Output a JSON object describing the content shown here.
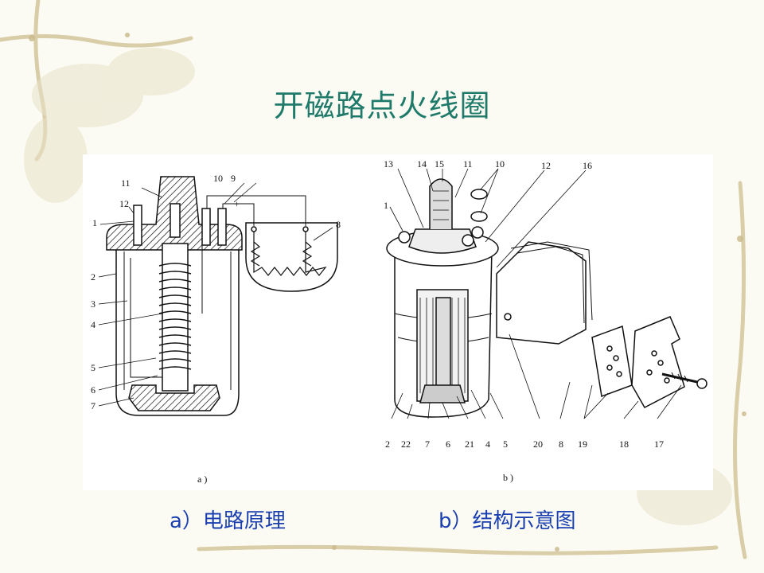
{
  "slide": {
    "title": "开磁路点火线圈",
    "caption_a": "a）电路原理",
    "caption_b": "b）结构示意图"
  },
  "figure": {
    "panel_a": {
      "sublabel": "a )",
      "callouts": [
        "11",
        "12",
        "1",
        "10",
        "9",
        "8",
        "2",
        "3",
        "4",
        "5",
        "6",
        "7"
      ],
      "plus_sign": "+"
    },
    "panel_b": {
      "sublabel": "b )",
      "callouts_top": [
        "13",
        "14",
        "15",
        "11",
        "10",
        "12",
        "16",
        "1"
      ],
      "callouts_bottom": [
        "2",
        "22",
        "7",
        "6",
        "21",
        "4",
        "5",
        "20",
        "8",
        "19",
        "18",
        "17"
      ]
    }
  },
  "colors": {
    "title": "#1f7a6a",
    "caption": "#1a3fb0",
    "background": "#fbfbf4",
    "vine": "#c9b98a"
  }
}
